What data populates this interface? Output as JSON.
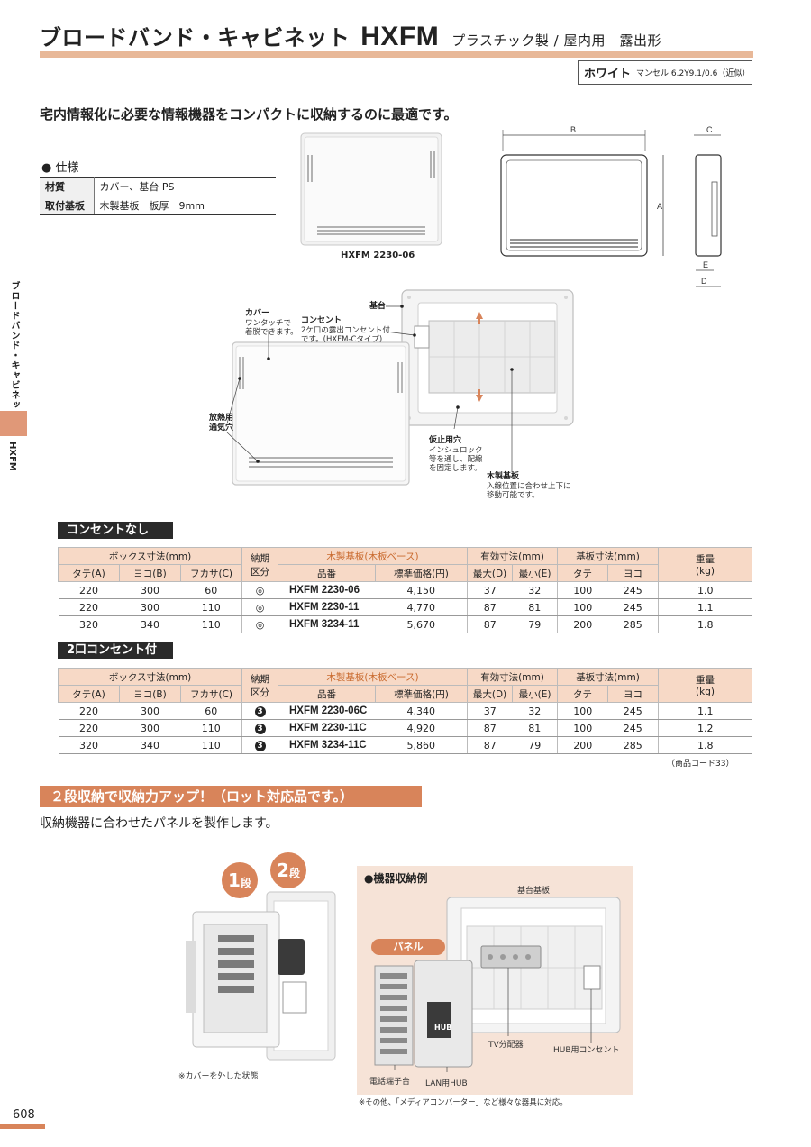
{
  "header": {
    "title": "ブロードバンド・キャビネット",
    "model": "HXFM",
    "subtitle": "プラスチック製 / 屋内用　露出形"
  },
  "color_box": {
    "name": "ホワイト",
    "munsell": "マンセル 6.2Y9.1/0.6（近似）"
  },
  "lead_text": "宅内情報化に必要な情報機器をコンパクトに収納するのに最適です。",
  "spec": {
    "heading": "● 仕様",
    "rows": [
      {
        "key": "材質",
        "value": "カバー、基台 PS"
      },
      {
        "key": "取付基板",
        "value": "木製基板　板厚　9mm"
      }
    ]
  },
  "photo_caption": "HXFM 2230-06",
  "dimension_labels": {
    "b": "B",
    "c": "C",
    "a": "A",
    "e": "E",
    "d": "D"
  },
  "side_tab": {
    "text": "ブロードバンド・キャビネット",
    "model": "HXFM"
  },
  "diagram_callouts": {
    "base": "基台",
    "cover_title": "カバー",
    "cover_desc1": "ワンタッチで",
    "cover_desc2": "着脱できます。",
    "outlet_title": "コンセント",
    "outlet_desc1": "2ケ口の露出コンセント付",
    "outlet_desc2": "です。(HXFM-Cタイプ)",
    "vent1": "放熱用",
    "vent2": "通気穴",
    "fix_title": "仮止用穴",
    "fix_desc1": "インシュロック",
    "fix_desc2": "等を通し、配線",
    "fix_desc3": "を固定します。",
    "board_title": "木製基板",
    "board_desc1": "入線位置に合わせ上下に",
    "board_desc2": "移動可能です。"
  },
  "headers": {
    "box": "ボックス寸法(mm)",
    "tate_a": "タテ(A)",
    "yoko_b": "ヨコ(B)",
    "fukasa_c": "フカサ(C)",
    "nouki1": "納期",
    "nouki2": "区分",
    "board": "木製基板(木板ベース)",
    "hinban": "品番",
    "price": "標準価格(円)",
    "eff": "有効寸法(mm)",
    "max_d": "最大(D)",
    "min_e": "最小(E)",
    "kiban": "基板寸法(mm)",
    "tate": "タテ",
    "yoko": "ヨコ",
    "weight1": "重量",
    "weight2": "(kg)"
  },
  "table1": {
    "label": "コンセントなし",
    "rows": [
      {
        "a": "220",
        "b": "300",
        "c": "60",
        "delivery": "◎",
        "part": "HXFM  2230-06",
        "price": "4,150",
        "max_d": "37",
        "min_e": "32",
        "bt": "100",
        "by": "245",
        "kg": "1.0"
      },
      {
        "a": "220",
        "b": "300",
        "c": "110",
        "delivery": "◎",
        "part": "HXFM  2230-11",
        "price": "4,770",
        "max_d": "87",
        "min_e": "81",
        "bt": "100",
        "by": "245",
        "kg": "1.1"
      },
      {
        "a": "320",
        "b": "340",
        "c": "110",
        "delivery": "◎",
        "part": "HXFM  3234-11",
        "price": "5,670",
        "max_d": "87",
        "min_e": "79",
        "bt": "200",
        "by": "285",
        "kg": "1.8"
      }
    ]
  },
  "table2": {
    "label": "2口コンセント付",
    "rows": [
      {
        "a": "220",
        "b": "300",
        "c": "60",
        "delivery": "3",
        "part": "HXFM  2230-06C",
        "price": "4,340",
        "max_d": "37",
        "min_e": "32",
        "bt": "100",
        "by": "245",
        "kg": "1.1"
      },
      {
        "a": "220",
        "b": "300",
        "c": "110",
        "delivery": "3",
        "part": "HXFM  2230-11C",
        "price": "4,920",
        "max_d": "87",
        "min_e": "81",
        "bt": "100",
        "by": "245",
        "kg": "1.2"
      },
      {
        "a": "320",
        "b": "340",
        "c": "110",
        "delivery": "3",
        "part": "HXFM  3234-11C",
        "price": "5,860",
        "max_d": "87",
        "min_e": "79",
        "bt": "200",
        "by": "285",
        "kg": "1.8"
      }
    ]
  },
  "product_code_note": "（商品コード33）",
  "banner": {
    "title": "２段収納で収納力アップ！（ロット対応品です。）",
    "subtitle": "収納機器に合わせたパネルを製作します。"
  },
  "badges": {
    "one_num": "1",
    "one_unit": "段",
    "two_num": "2",
    "two_unit": "段"
  },
  "cover_removed_note": "※カバーを外した状態",
  "example": {
    "title": "●機器収納例",
    "base_board": "基台基板",
    "panel": "パネル",
    "tv": "TV分配器",
    "hub_outlet": "HUB用コンセント",
    "phone_terminal": "電話端子台",
    "lan_hub": "LAN用HUB",
    "hub_label": "HUB",
    "note": "※その他、「メディアコンバーター」など様々な器具に対応。"
  },
  "page_number": "608",
  "colors": {
    "accent": "#d8845a",
    "header_fill": "#f7d9c6",
    "title_rule": "#e8b898",
    "panel_bg": "#f6e3d7"
  }
}
